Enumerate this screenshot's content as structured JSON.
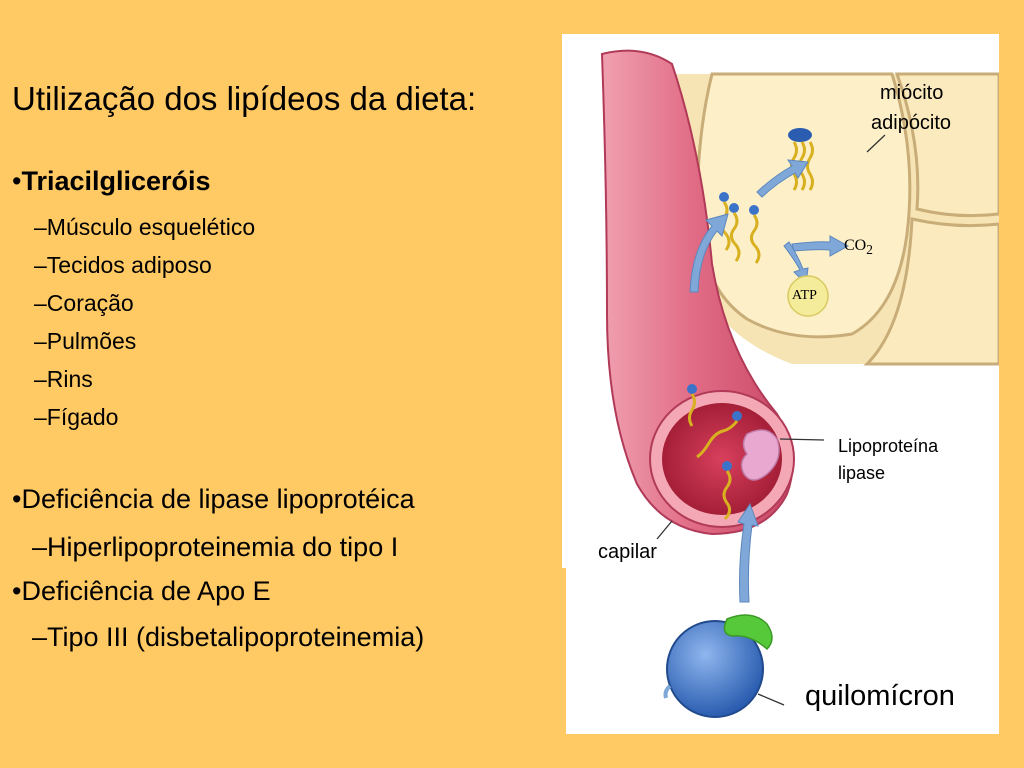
{
  "slide": {
    "title": "Utilização dos lipídeos da dieta:",
    "sections": [
      {
        "bullet": "•",
        "heading": "Triacilgliceróis",
        "items": [
          "–Músculo esquelético",
          "–Tecidos adiposo",
          "–Coração",
          "–Pulmões",
          "–Rins",
          "–Fígado"
        ]
      },
      {
        "bullet": "•",
        "heading": "Deficiência de lipase lipoprotéica",
        "items": [
          "–Hiperlipoproteinemia do tipo I"
        ]
      },
      {
        "bullet": "•",
        "heading": "Deficiência de Apo E",
        "items": [
          "–Tipo III (disbetalipoproteinemia)"
        ]
      }
    ]
  },
  "diagram": {
    "labels": {
      "cell_line1": "miócito",
      "cell_line2": "adipócito",
      "enzyme_line1": "Lipoproteína",
      "enzyme_line2": "lipase",
      "vessel": "capilar",
      "particle": "quilomícron",
      "co2": "CO",
      "co2_sub": "2",
      "atp": "ATP"
    },
    "colors": {
      "background": "#ffc964",
      "cell": "#fdf0c8",
      "cell_wall": "#c9ad78",
      "vessel": "#e07890",
      "vessel_lumen": "#b8203c",
      "chylomicron": "#3b73c9",
      "apo_cap": "#56c93a",
      "arrow": "#7fa8d9",
      "lipase": "#e8a8d0"
    }
  }
}
